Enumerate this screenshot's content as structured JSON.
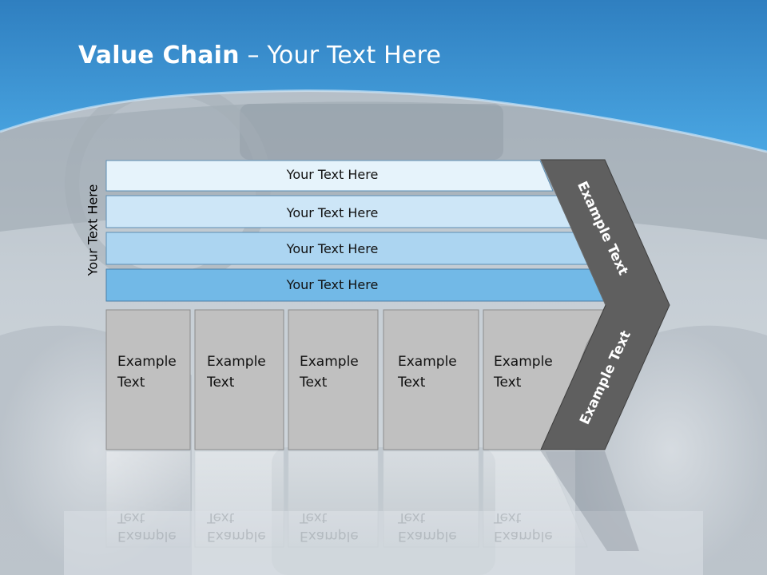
{
  "title": {
    "bold": "Value Chain",
    "rest": " – Your Text Here"
  },
  "side_label": "Your Text Here",
  "rows": [
    {
      "label": "Your Text Here",
      "fill": "#e6f3fb"
    },
    {
      "label": "Your Text Here",
      "fill": "#cde6f7"
    },
    {
      "label": "Your Text Here",
      "fill": "#acd5f1"
    },
    {
      "label": "Your Text Here",
      "fill": "#72b9e7"
    }
  ],
  "columns": [
    {
      "line1": "Example",
      "line2": "Text"
    },
    {
      "line1": "Example",
      "line2": "Text"
    },
    {
      "line1": "Example",
      "line2": "Text"
    },
    {
      "line1": "Example",
      "line2": "Text"
    },
    {
      "line1": "Example",
      "line2": "Text"
    }
  ],
  "chevron": {
    "upper": "Example Text",
    "lower": "Example Text",
    "fill": "#5f5f5f"
  },
  "colors": {
    "header_blue": "#3a8fd0",
    "column_fill": "#c0c0c0",
    "column_border": "#8c8c8c"
  }
}
